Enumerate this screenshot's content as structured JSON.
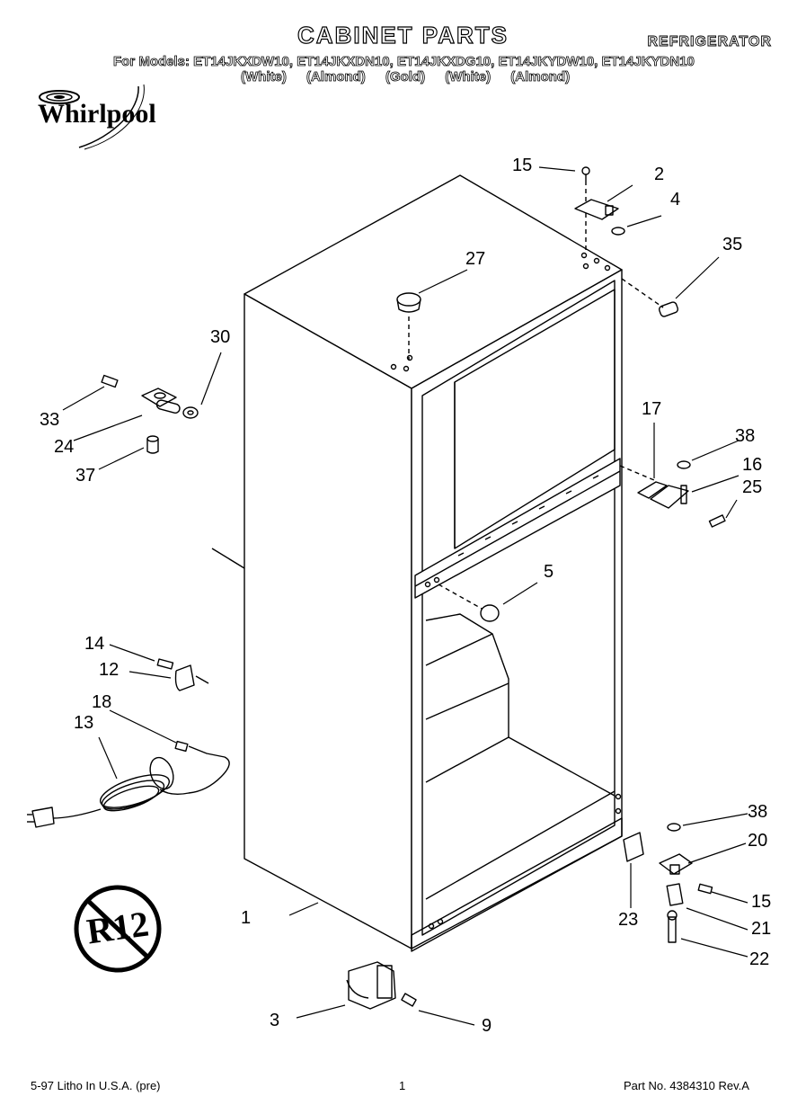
{
  "header": {
    "title": "CABINET PARTS",
    "category": "REFRIGERATOR",
    "models_line": "For Models: ET14JKXDW10, ET14JKXDN10, ET14JKXDG10, ET14JKYDW10, ET14JKYDN10",
    "colors_line": "(White) (Almond) (Gold) (White) (Almond)",
    "brand": "Whirlpool"
  },
  "badge": {
    "text": "R12"
  },
  "callouts": {
    "c1": "1",
    "c2": "2",
    "c3": "3",
    "c4": "4",
    "c5": "5",
    "c9": "9",
    "c12": "12",
    "c13": "13",
    "c14": "14",
    "c15a": "15",
    "c15b": "15",
    "c16": "16",
    "c17": "17",
    "c18": "18",
    "c20": "20",
    "c21": "21",
    "c22": "22",
    "c23": "23",
    "c24": "24",
    "c25": "25",
    "c27": "27",
    "c30": "30",
    "c33": "33",
    "c35": "35",
    "c37": "37",
    "c38a": "38",
    "c38b": "38"
  },
  "footer": {
    "print_info": "5-97 Litho In U.S.A. (pre)",
    "page_number": "1",
    "part_number": "Part No. 4384310 Rev.A"
  }
}
